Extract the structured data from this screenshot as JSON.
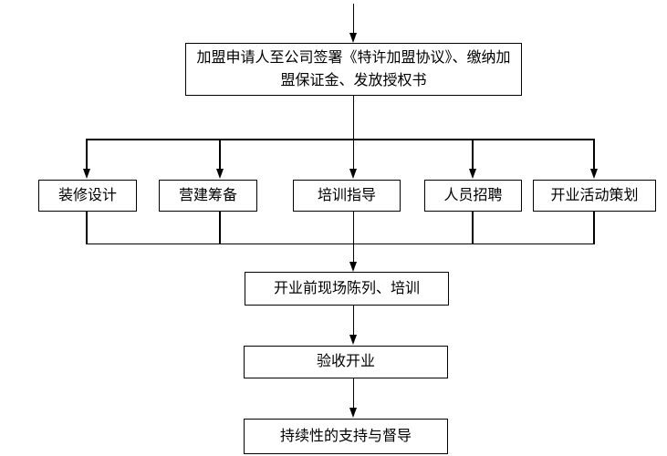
{
  "diagram": {
    "type": "flowchart",
    "background_color": "#ffffff",
    "line_color": "#000000",
    "text_color": "#000000",
    "nodes": {
      "sign_agreement": "加盟申请人至公司签署《特许加盟协议》、缴纳加盟保证金、发放授权书",
      "decoration_design": "装修设计",
      "construction_prep": "营建筹备",
      "training_guidance": "培训指导",
      "staff_recruitment": "人员招聘",
      "opening_event_planning": "开业活动策划",
      "pre_opening_display_training": "开业前现场陈列、培训",
      "acceptance_opening": "验收开业",
      "ongoing_support": "持续性的支持与督导"
    },
    "edges": [
      {
        "from": "start",
        "to": "sign_agreement"
      },
      {
        "from": "sign_agreement",
        "to": "decoration_design"
      },
      {
        "from": "sign_agreement",
        "to": "construction_prep"
      },
      {
        "from": "sign_agreement",
        "to": "training_guidance"
      },
      {
        "from": "sign_agreement",
        "to": "staff_recruitment"
      },
      {
        "from": "sign_agreement",
        "to": "opening_event_planning"
      },
      {
        "from": "decoration_design",
        "to": "pre_opening_display_training"
      },
      {
        "from": "construction_prep",
        "to": "pre_opening_display_training"
      },
      {
        "from": "training_guidance",
        "to": "pre_opening_display_training"
      },
      {
        "from": "staff_recruitment",
        "to": "pre_opening_display_training"
      },
      {
        "from": "opening_event_planning",
        "to": "pre_opening_display_training"
      },
      {
        "from": "pre_opening_display_training",
        "to": "acceptance_opening"
      },
      {
        "from": "acceptance_opening",
        "to": "ongoing_support"
      }
    ]
  }
}
